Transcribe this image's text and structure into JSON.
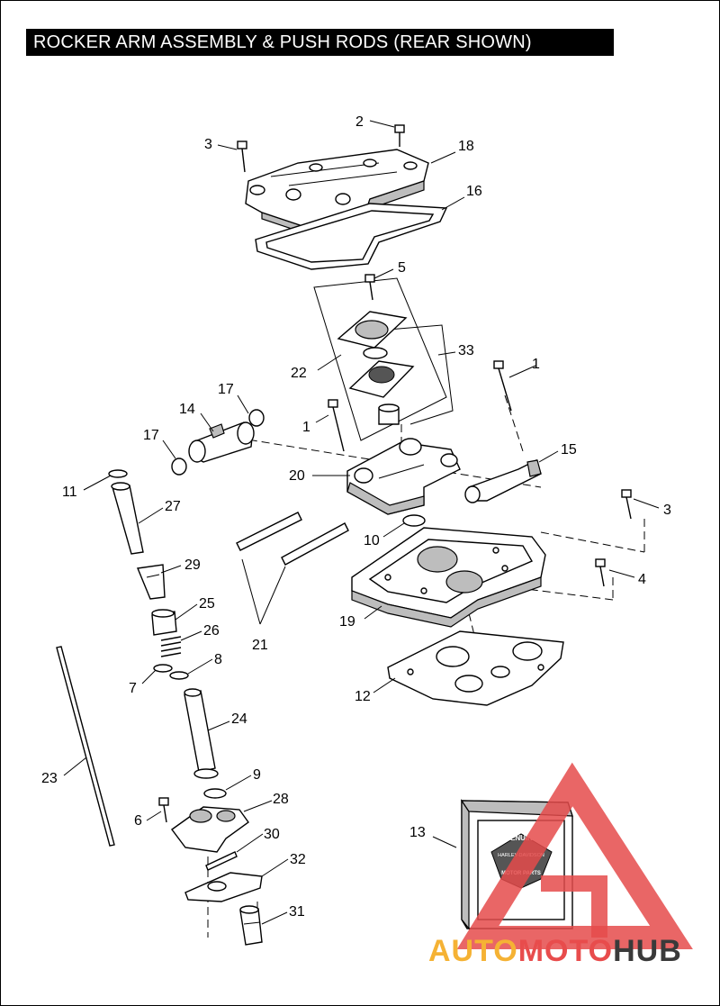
{
  "title": "ROCKER ARM ASSEMBLY & PUSH RODS (REAR SHOWN)",
  "callouts": [
    "1",
    "1",
    "2",
    "3",
    "3",
    "4",
    "5",
    "6",
    "7",
    "8",
    "9",
    "10",
    "11",
    "12",
    "13",
    "14",
    "15",
    "16",
    "17",
    "17",
    "18",
    "19",
    "20",
    "21",
    "22",
    "23",
    "24",
    "25",
    "26",
    "27",
    "28",
    "29",
    "30",
    "31",
    "32",
    "33"
  ],
  "genuine_box": {
    "badge_top": "GENUINE",
    "brand": "HARLEY-DAVIDSON",
    "badge_bottom": "MOTOR PARTS"
  },
  "watermark": {
    "part1": "AUTO",
    "part2": "MOTO",
    "part3": "HUB",
    "colors": {
      "auto": "#f5b234",
      "moto": "#e84c4c",
      "hub": "#3a3a3a",
      "logo": "#e54b4b"
    }
  }
}
